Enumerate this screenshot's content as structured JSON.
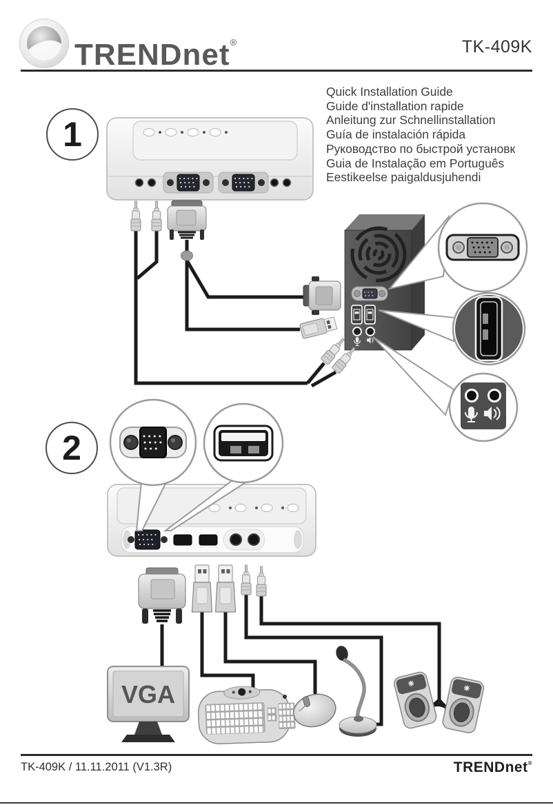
{
  "header": {
    "brand": "TRENDnet",
    "registered_mark": "®",
    "model": "TK-409K"
  },
  "languages": {
    "items": [
      "Quick Installation Guide",
      "Guide d'installation rapide",
      "Anleitung zur Schnellinstallation",
      "Guía de instalación rápida",
      "Руководство по быстрой установк",
      "Guia de Instalação em Português",
      "Eestikeelse paigaldusjuhendi"
    ]
  },
  "steps": {
    "step1": "1",
    "step2": "2"
  },
  "diagram": {
    "monitor_label": "VGA",
    "icons": [
      "microphone-icon",
      "speaker-icon",
      "vga-port-icon",
      "usb-port-icon"
    ]
  },
  "footer": {
    "left_text": "TK-409K / 11.11.2011 (V1.3R)",
    "brand": "TRENDnet",
    "registered_mark": "®"
  },
  "colors": {
    "text_dark": "#3d3d3d",
    "line": "#2b2b2b",
    "device_body": "#ececec",
    "tower_front": "#4f4f4f",
    "cable": "#1b1b1b",
    "callout_ring": "#9a9a9a"
  }
}
